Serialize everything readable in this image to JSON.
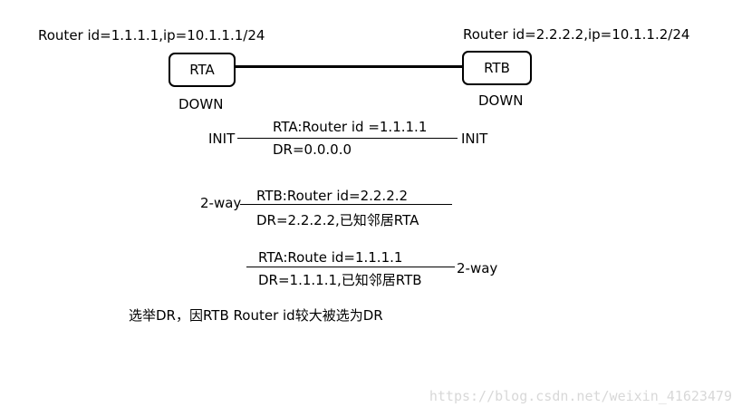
{
  "routers": {
    "rta": {
      "info": "Router id=1.1.1.1,ip=10.1.1.1/24",
      "label": "RTA",
      "state": "DOWN"
    },
    "rtb": {
      "info": "Router id=2.2.2.2,ip=10.1.1.2/24",
      "label": "RTB",
      "state": "DOWN"
    }
  },
  "exchanges": [
    {
      "left_state": "INIT",
      "right_state": "INIT",
      "line1": "RTA:Router id =1.1.1.1",
      "line2": "DR=0.0.0.0"
    },
    {
      "left_state": "2-way",
      "line1": "RTB:Router id=2.2.2.2",
      "line2": "DR=2.2.2.2,已知邻居RTA"
    },
    {
      "right_state": "2-way",
      "line1": "RTA:Route id=1.1.1.1",
      "line2": "DR=1.1.1.1,已知邻居RTB"
    }
  ],
  "conclusion": "选举DR，因RTB Router id较大被选为DR",
  "watermark": "https://blog.csdn.net/weixin_41623479"
}
